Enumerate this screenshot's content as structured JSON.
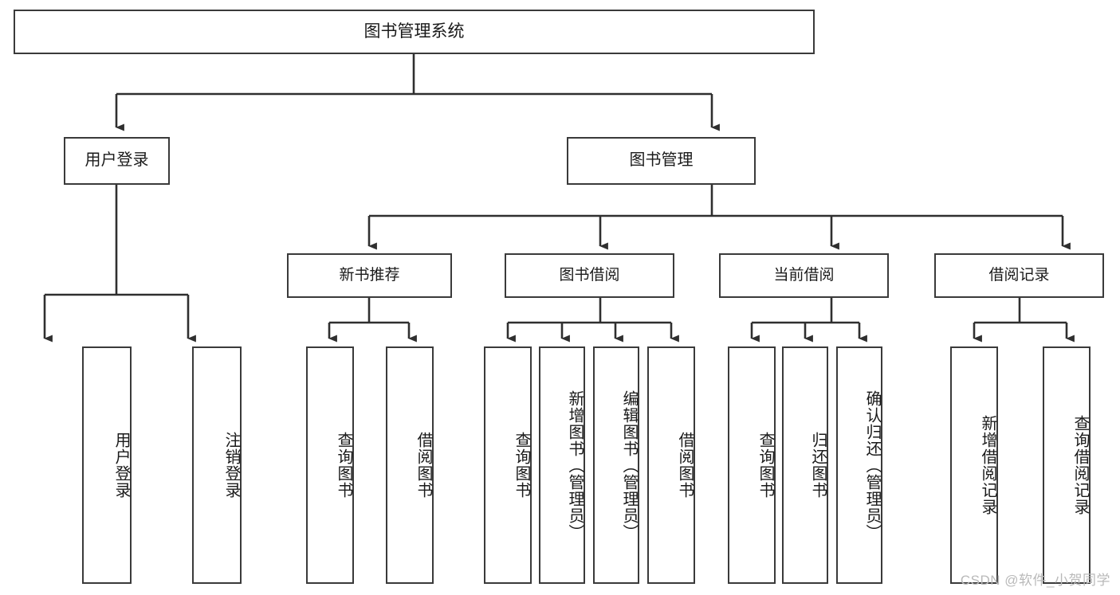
{
  "diagram": {
    "title": "图书管理系统",
    "type": "tree-hierarchy",
    "watermark": "CSDN @软件_小贺同学",
    "colors": {
      "box_border": "#3a3a3a",
      "box_fill": "#ffffff",
      "edge": "#2f2f2f",
      "text": "#1a1a1a",
      "watermark": "#b9b9b9",
      "background": "#ffffff"
    },
    "root": {
      "id": "root",
      "label": "图书管理系统"
    },
    "level2": [
      {
        "id": "user-login",
        "label": "用户登录"
      },
      {
        "id": "book-manage",
        "label": "图书管理"
      }
    ],
    "level3": [
      {
        "id": "new-book-rec",
        "label": "新书推荐",
        "parent": "book-manage"
      },
      {
        "id": "book-borrow",
        "label": "图书借阅",
        "parent": "book-manage"
      },
      {
        "id": "current-borrow",
        "label": "当前借阅",
        "parent": "book-manage"
      },
      {
        "id": "borrow-record",
        "label": "借阅记录",
        "parent": "book-manage"
      }
    ],
    "leaves": [
      {
        "id": "leaf-user-login",
        "label": "用户登录",
        "parent": "user-login"
      },
      {
        "id": "leaf-user-logout",
        "label": "注销登录",
        "parent": "user-login"
      },
      {
        "id": "leaf-query-book-rec",
        "label": "查询图书",
        "parent": "new-book-rec"
      },
      {
        "id": "leaf-borrow-book-rec",
        "label": "借阅图书",
        "parent": "new-book-rec"
      },
      {
        "id": "leaf-query-book-borrow",
        "label": "查询图书",
        "parent": "book-borrow"
      },
      {
        "id": "leaf-add-book",
        "label": "新增图书（管理员）",
        "parent": "book-borrow"
      },
      {
        "id": "leaf-edit-book",
        "label": "编辑图书（管理员）",
        "parent": "book-borrow"
      },
      {
        "id": "leaf-borrow-book",
        "label": "借阅图书",
        "parent": "book-borrow"
      },
      {
        "id": "leaf-query-book-current",
        "label": "查询图书",
        "parent": "current-borrow"
      },
      {
        "id": "leaf-return-book",
        "label": "归还图书",
        "parent": "current-borrow"
      },
      {
        "id": "leaf-confirm-return",
        "label": "确认归还（管理员）",
        "parent": "current-borrow"
      },
      {
        "id": "leaf-add-record",
        "label": "新增借阅记录",
        "parent": "borrow-record"
      },
      {
        "id": "leaf-query-record",
        "label": "查询借阅记录",
        "parent": "borrow-record"
      }
    ]
  }
}
